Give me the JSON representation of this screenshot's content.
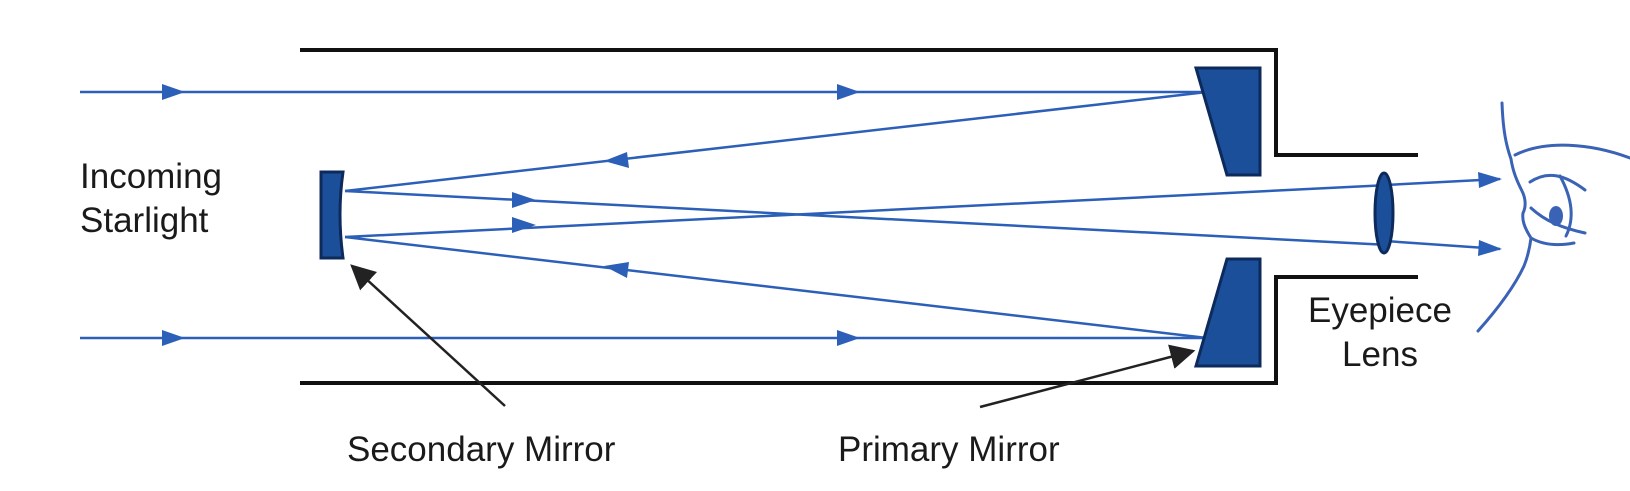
{
  "labels": {
    "incoming_starlight_line1": "Incoming",
    "incoming_starlight_line2": "Starlight",
    "secondary_mirror": "Secondary Mirror",
    "primary_mirror": "Primary Mirror",
    "eyepiece_line1": "Eyepiece",
    "eyepiece_line2": "Lens"
  },
  "colors": {
    "ray": "#2c5fb8",
    "mirror_fill": "#1c4f9a",
    "mirror_stroke": "#0d2a5c",
    "tube": "#111111",
    "pointer": "#222222",
    "eye": "#3a63b5"
  },
  "icons": {
    "eye": "eye-icon"
  }
}
